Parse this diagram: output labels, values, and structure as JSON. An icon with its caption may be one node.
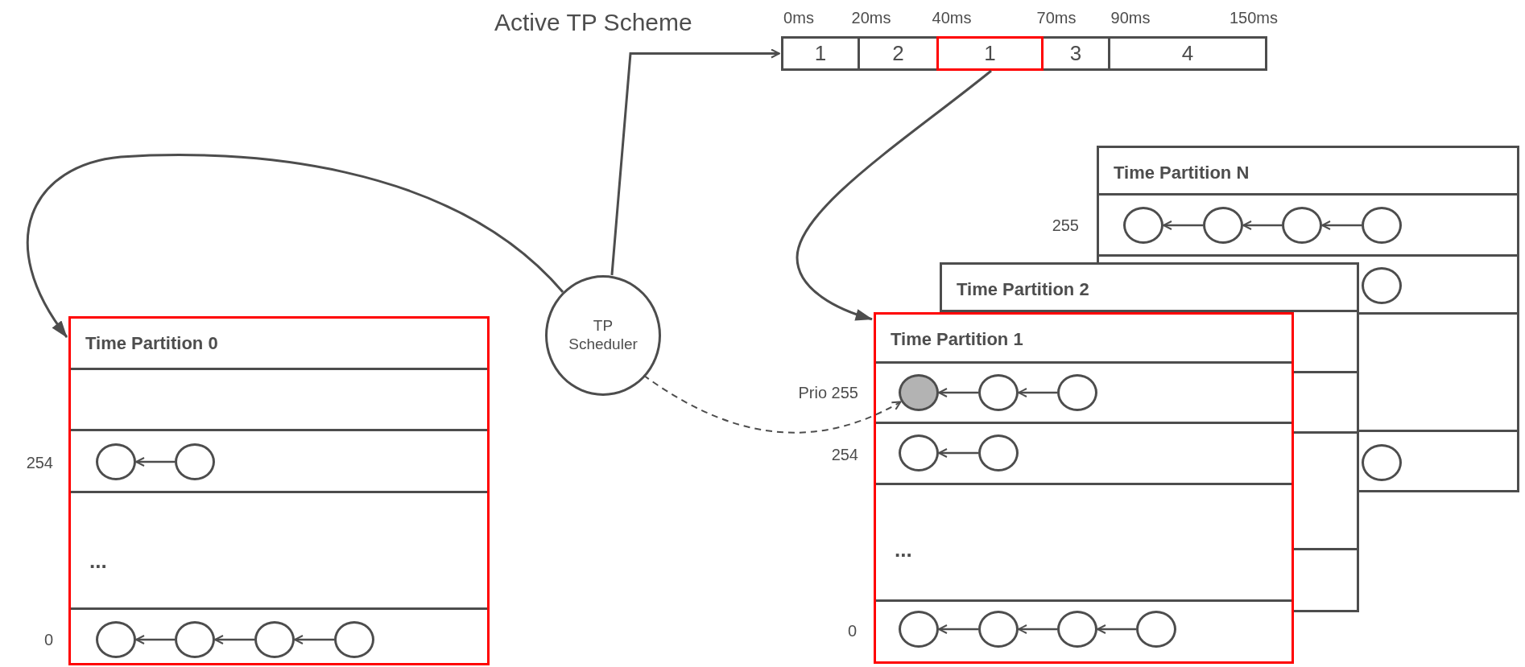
{
  "diagram": {
    "nodes": [
      {
        "text": [
          "1"
        ]
      },
      {
        "text": [
          "2"
        ]
      },
      {
        "text": [
          "1"
        ]
      },
      {
        "text": [
          "3"
        ]
      },
      {
        "text": [
          "4"
        ]
      },
      {
        "text": [
          "TP Scheduler"
        ]
      },
      {
        "text": [
          "Time Partition N"
        ]
      },
      {
        "text": [],
        "shape": "circle",
        "in": 6
      },
      {
        "text": [],
        "shape": "circle",
        "in": 6
      },
      {
        "text": [],
        "shape": "circle",
        "in": 6
      },
      {
        "text": [],
        "shape": "circle",
        "in": 6
      },
      {
        "text": [],
        "shape": "circle"
      },
      {
        "text": [],
        "shape": "circle"
      },
      {
        "text": [
          "Time Partition 2"
        ]
      },
      {
        "text": [
          "Time Partition 0",
          "..."
        ]
      },
      {
        "text": [],
        "shape": "circle",
        "in": 14
      },
      {
        "text": [],
        "shape": "circle",
        "in": 14
      },
      {
        "text": [],
        "shape": "circle",
        "in": 14
      },
      {
        "text": [],
        "shape": "circle",
        "in": 14
      },
      {
        "text": [],
        "shape": "circle",
        "in": 14
      },
      {
        "text": [],
        "shape": "circle",
        "in": 14
      },
      {
        "text": [
          "Time Partition 1",
          "..."
        ]
      },
      {
        "text": [],
        "shape": "circle",
        "in": 21
      },
      {
        "text": [],
        "shape": "circle",
        "in": 21
      },
      {
        "text": [],
        "shape": "circle",
        "in": 21
      },
      {
        "text": [],
        "shape": "circle",
        "in": 21
      },
      {
        "text": [],
        "shape": "circle",
        "in": 21
      },
      {
        "text": [],
        "shape": "circle",
        "in": 21
      },
      {
        "text": [],
        "shape": "circle",
        "in": 21
      },
      {
        "text": [],
        "shape": "circle",
        "in": 21
      },
      {
        "text": [],
        "shape": "circle",
        "in": 21
      }
    ],
    "edges": [
      {
        "from": 5,
        "to": 0,
        "arrow": "to"
      },
      {
        "from": 5,
        "to": 14,
        "arrow": "to"
      },
      {
        "from": 2,
        "to": 21,
        "arrow": "to"
      },
      {
        "from": 5,
        "to": 22,
        "arrow": "to",
        "style": "dashed"
      },
      {
        "from": 8,
        "to": 7,
        "arrow": "to"
      },
      {
        "from": 9,
        "to": 8,
        "arrow": "to"
      },
      {
        "from": 10,
        "to": 9,
        "arrow": "to"
      },
      {
        "from": 16,
        "to": 15,
        "arrow": "to"
      },
      {
        "from": 18,
        "to": 17,
        "arrow": "to"
      },
      {
        "from": 19,
        "to": 18,
        "arrow": "to"
      },
      {
        "from": 20,
        "to": 19,
        "arrow": "to"
      },
      {
        "from": 23,
        "to": 22,
        "arrow": "to"
      },
      {
        "from": 24,
        "to": 23,
        "arrow": "to"
      },
      {
        "from": 26,
        "to": 25,
        "arrow": "to"
      },
      {
        "from": 28,
        "to": 27,
        "arrow": "to"
      },
      {
        "from": 29,
        "to": 28,
        "arrow": "to"
      },
      {
        "from": 30,
        "to": 29,
        "arrow": "to"
      }
    ],
    "labels": [
      "Active TP Scheme",
      "0ms",
      "20ms",
      "40ms",
      "70ms",
      "90ms",
      "150ms",
      "255",
      "Prio 255",
      "254",
      "254",
      "0",
      "0"
    ]
  }
}
